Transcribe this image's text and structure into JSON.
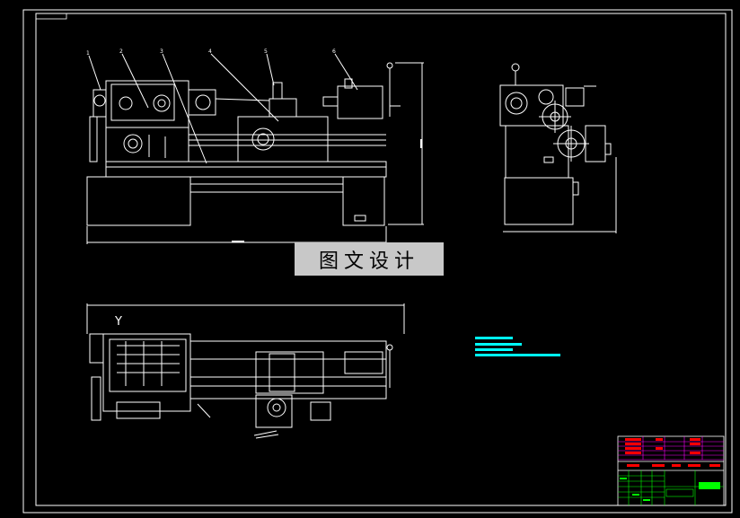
{
  "watermark": {
    "text": "图文设计"
  },
  "views": {
    "front": {
      "balloons": [
        "1",
        "2",
        "3",
        "4",
        "5",
        "6"
      ]
    },
    "plan": {
      "axis_label": "Y"
    }
  },
  "colors": {
    "background": "#000000",
    "linework": "#ffffff",
    "notes": "#00ffff",
    "title_block_red": "#ff0000",
    "title_block_magenta": "#ff00ff",
    "title_block_green": "#00ff00"
  }
}
